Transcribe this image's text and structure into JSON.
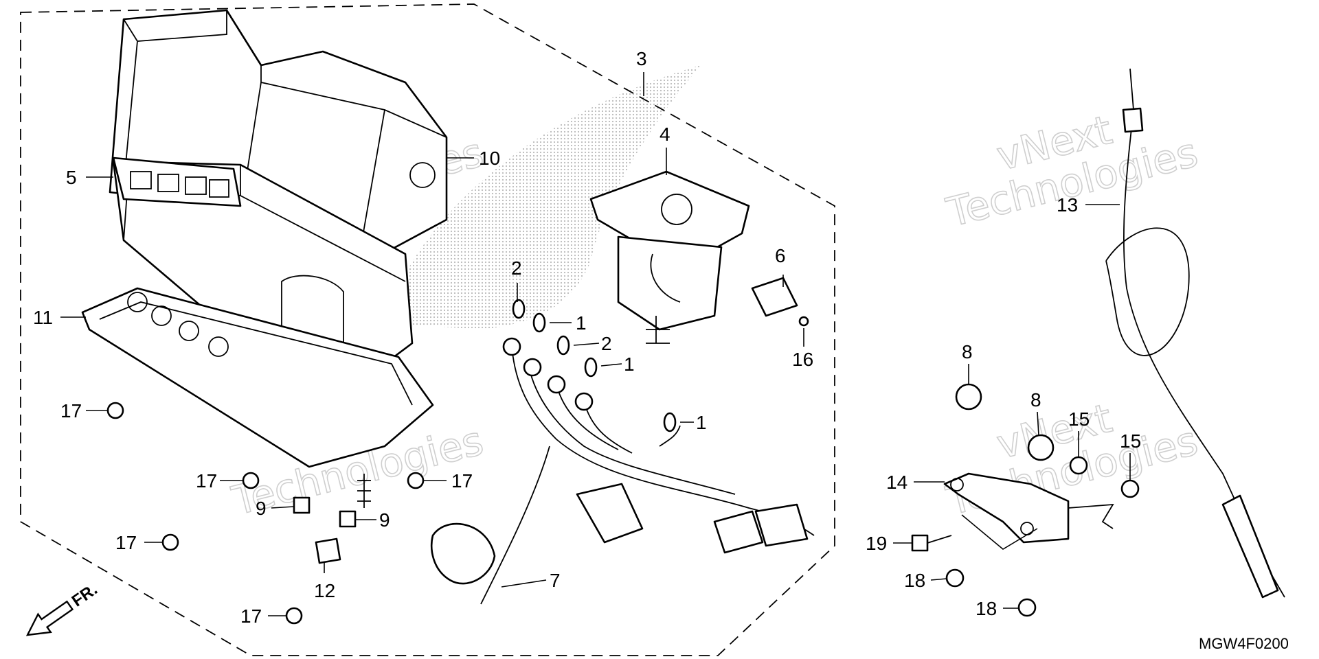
{
  "diagram_code": "MGW4F0200",
  "front_marker": "FR.",
  "watermarks": [
    {
      "line1": "vNext",
      "line2": "Technologies"
    },
    {
      "line1": "vNext",
      "line2": "Technologies"
    },
    {
      "line1": "vNext",
      "line2": "Technologies"
    },
    {
      "line1": "vNext",
      "line2": "Technologies"
    }
  ],
  "callouts": {
    "c3": "3",
    "c4": "4",
    "c5": "5",
    "c10": "10",
    "c11": "11",
    "c2a": "2",
    "c1a": "1",
    "c2b": "2",
    "c1b": "1",
    "c1c": "1",
    "c6": "6",
    "c16": "16",
    "c7": "7",
    "c12": "12",
    "c9a": "9",
    "c9b": "9",
    "c17a": "17",
    "c17b": "17",
    "c17c": "17",
    "c17d": "17",
    "c17e": "17",
    "c13": "13",
    "c8a": "8",
    "c8b": "8",
    "c15a": "15",
    "c15b": "15",
    "c14": "14",
    "c19": "19",
    "c18a": "18",
    "c18b": "18"
  }
}
